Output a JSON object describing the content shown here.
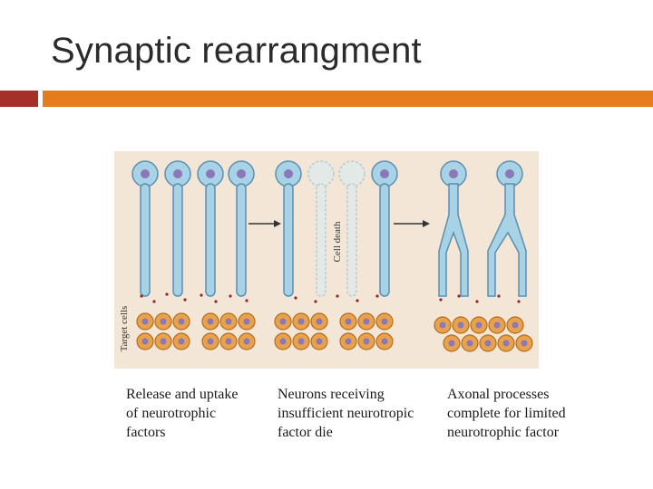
{
  "slide": {
    "title": "Synaptic rearrangment"
  },
  "figure": {
    "target_cells_label": "Target cells",
    "cell_death_label": "Cell death"
  },
  "captions": [
    "Release and uptake\nof neurotrophic\nfactors",
    "Neurons receiving\ninsufficient neurotropic\nfactor die",
    "Axonal processes\ncomplete for limited\nneurotrophic factor"
  ],
  "colors": {
    "accent_dark": "#a5302a",
    "accent_orange": "#e47b1c",
    "neuron_fill": "#a8d3e6",
    "target_cell": "#e9a24c",
    "nucleus": "#8a78b8"
  }
}
